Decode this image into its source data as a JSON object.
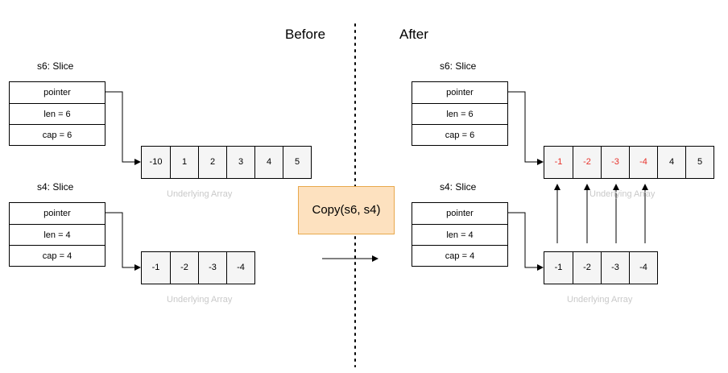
{
  "headings": {
    "before": "Before",
    "after": "After"
  },
  "copy_label": "Copy(s6, s4)",
  "caption": "Underlying Array",
  "before": {
    "s6": {
      "title": "s6: Slice",
      "rows": [
        "pointer",
        "len = 6",
        "cap = 6"
      ]
    },
    "s6_array": [
      "-10",
      "1",
      "2",
      "3",
      "4",
      "5"
    ],
    "s4": {
      "title": "s4: Slice",
      "rows": [
        "pointer",
        "len = 4",
        "cap = 4"
      ]
    },
    "s4_array": [
      "-1",
      "-2",
      "-3",
      "-4"
    ]
  },
  "after": {
    "s6": {
      "title": "s6: Slice",
      "rows": [
        "pointer",
        "len = 6",
        "cap = 6"
      ]
    },
    "s6_array": [
      "-1",
      "-2",
      "-3",
      "-4",
      "4",
      "5"
    ],
    "s6_array_changed": [
      true,
      true,
      true,
      true,
      false,
      false
    ],
    "s4": {
      "title": "s4: Slice",
      "rows": [
        "pointer",
        "len = 4",
        "cap = 4"
      ]
    },
    "s4_array": [
      "-1",
      "-2",
      "-3",
      "-4"
    ]
  },
  "colors": {
    "changed_value": "#e8322b",
    "copy_box_fill": "#fde1bf",
    "copy_box_border": "#e8a84c",
    "caption": "#c9c9c9",
    "array_fill": "#f5f5f5"
  }
}
